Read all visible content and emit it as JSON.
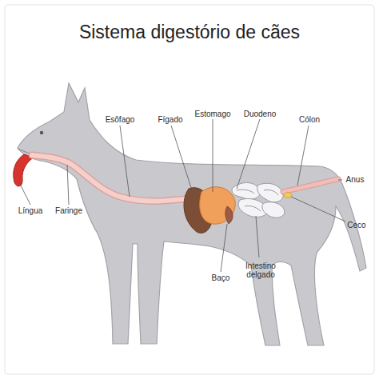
{
  "diagram": {
    "title": "Sistema digestório de cães",
    "labels": [
      "Esôfago",
      "Fígado",
      "Estomago",
      "Duodeno",
      "Cólon",
      "Anus",
      "Ceco",
      "Língua",
      "Faringe",
      "Baço",
      "Intestino delgado"
    ]
  }
}
